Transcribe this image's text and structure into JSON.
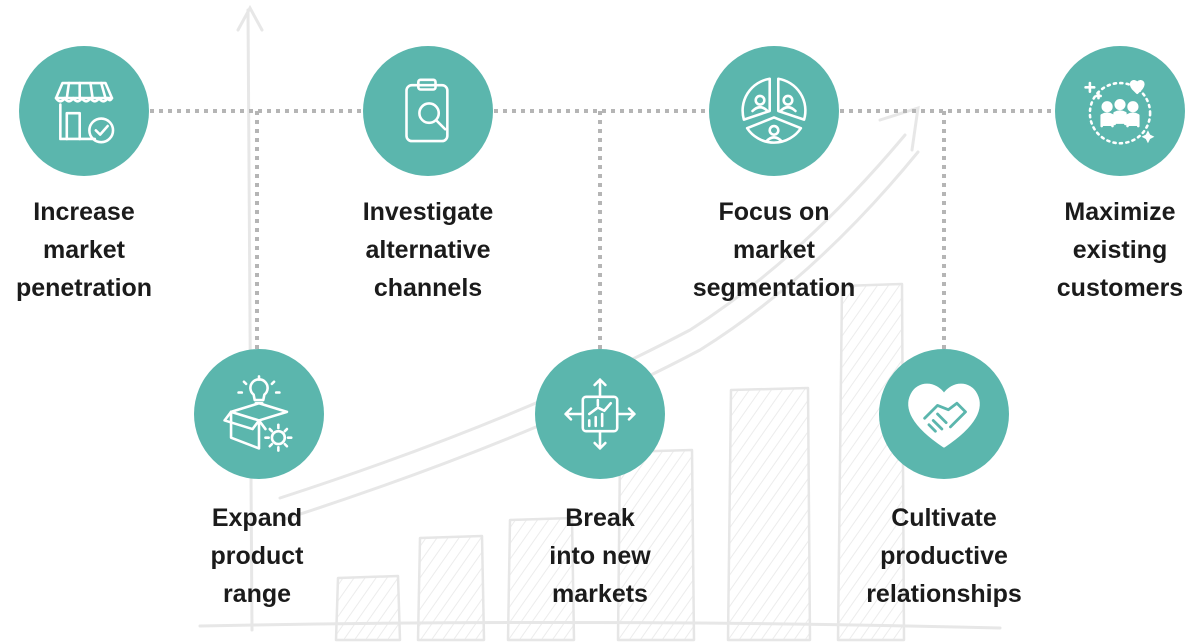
{
  "colors": {
    "accent": "#5bb6ad",
    "connector": "#b5b5b5",
    "sketch": "#e9e9e9",
    "text": "#1b1b1b",
    "icon_stroke": "#ffffff"
  },
  "steps": [
    {
      "id": "increase-market-penetration",
      "icon": "storefront-check-icon",
      "lines": [
        "Increase",
        "market",
        "penetration"
      ]
    },
    {
      "id": "expand-product-range",
      "icon": "box-lightbulb-gear-icon",
      "lines": [
        "Expand",
        "product",
        "range"
      ]
    },
    {
      "id": "investigate-alternative-channels",
      "icon": "clipboard-magnifier-icon",
      "lines": [
        "Investigate",
        "alternative",
        "channels"
      ]
    },
    {
      "id": "break-into-new-markets",
      "icon": "chart-expand-arrows-icon",
      "lines": [
        "Break",
        "into new",
        "markets"
      ]
    },
    {
      "id": "focus-on-market-segmentation",
      "icon": "pie-segments-people-icon",
      "lines": [
        "Focus on",
        "market",
        "segmentation"
      ]
    },
    {
      "id": "cultivate-productive-relationships",
      "icon": "heart-handshake-icon",
      "lines": [
        "Cultivate",
        "productive",
        "relationships"
      ]
    },
    {
      "id": "maximize-existing-customers",
      "icon": "customer-group-heart-icon",
      "lines": [
        "Maximize",
        "existing",
        "customers"
      ]
    }
  ]
}
